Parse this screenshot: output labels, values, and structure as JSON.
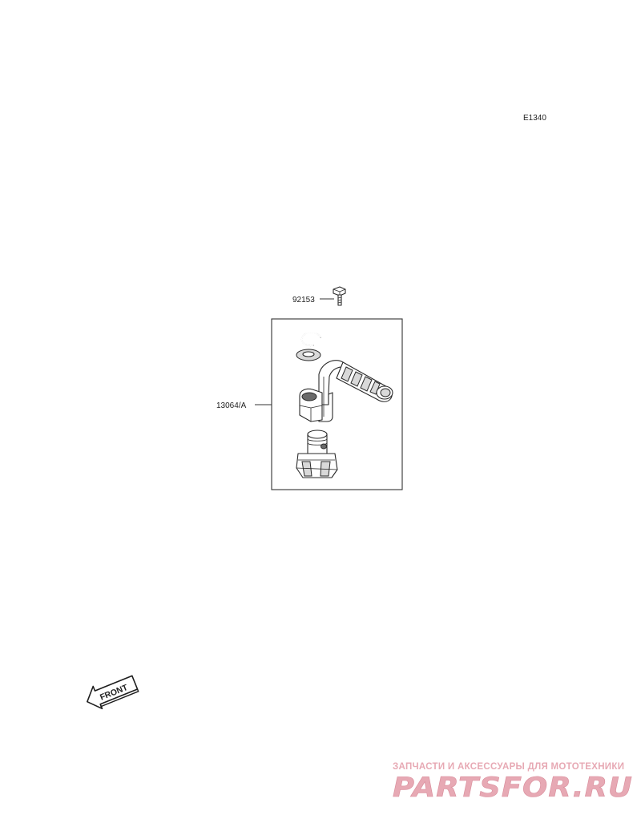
{
  "diagram": {
    "code": "E1340",
    "parts": [
      {
        "number": "92153"
      },
      {
        "number": "13064/A"
      }
    ],
    "direction_marker": "FRONT"
  },
  "watermark": {
    "tagline": "ЗАПЧАСТИ И АКСЕССУАРЫ ДЛЯ МОТОТЕХНИКИ",
    "logo": "PARTSFOR.RU",
    "color": "#e7a9b4"
  },
  "colors": {
    "line": "#2a2a2a",
    "background": "#ffffff"
  }
}
